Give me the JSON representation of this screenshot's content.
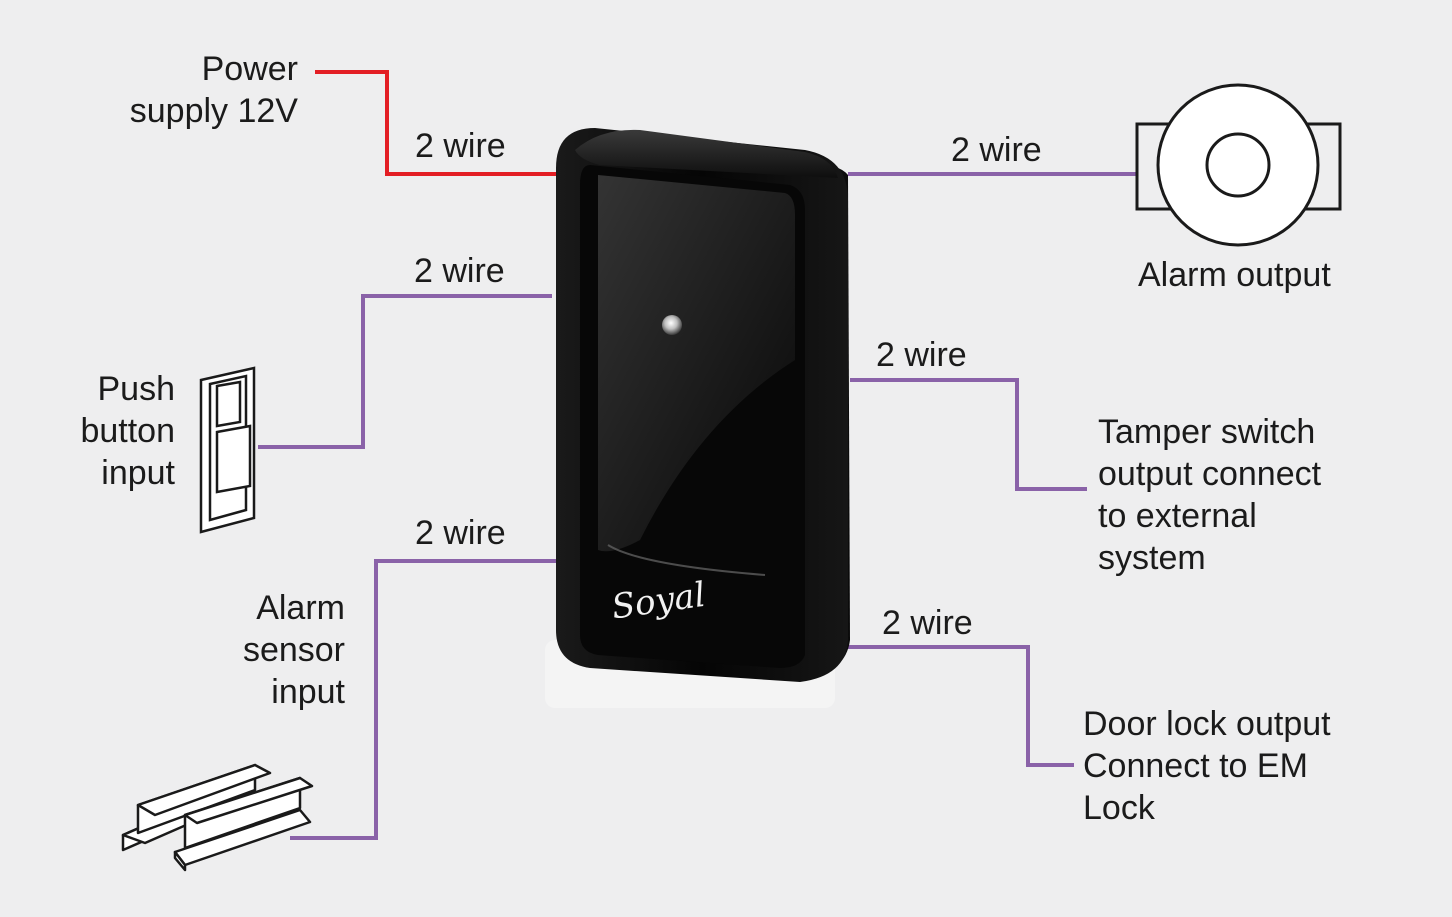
{
  "colors": {
    "background": "#eeeeef",
    "power_wire": "#e31e24",
    "signal_wire": "#8a62a8",
    "device_body": "#0b0b0b",
    "text": "#1b1b1b"
  },
  "device": {
    "brand": "Soyal"
  },
  "labels": {
    "power": "Power\nsupply 12V",
    "push_button": "Push\nbutton\ninput",
    "alarm_sensor": "Alarm\nsensor\ninput",
    "alarm_output": "Alarm output",
    "tamper": "Tamper switch\noutput connect\nto external\nsystem",
    "door_lock": "Door lock output\nConnect to EM\nLock"
  },
  "wire_labels": {
    "power": "2 wire",
    "push_button": "2 wire",
    "alarm_sensor": "2 wire",
    "alarm_output": "2 wire",
    "tamper": "2 wire",
    "door_lock": "2 wire"
  },
  "icons": {
    "alarm_output": "siren-icon",
    "push_button": "push-button-icon",
    "alarm_sensor": "magnetic-sensor-icon",
    "device": "card-reader"
  }
}
